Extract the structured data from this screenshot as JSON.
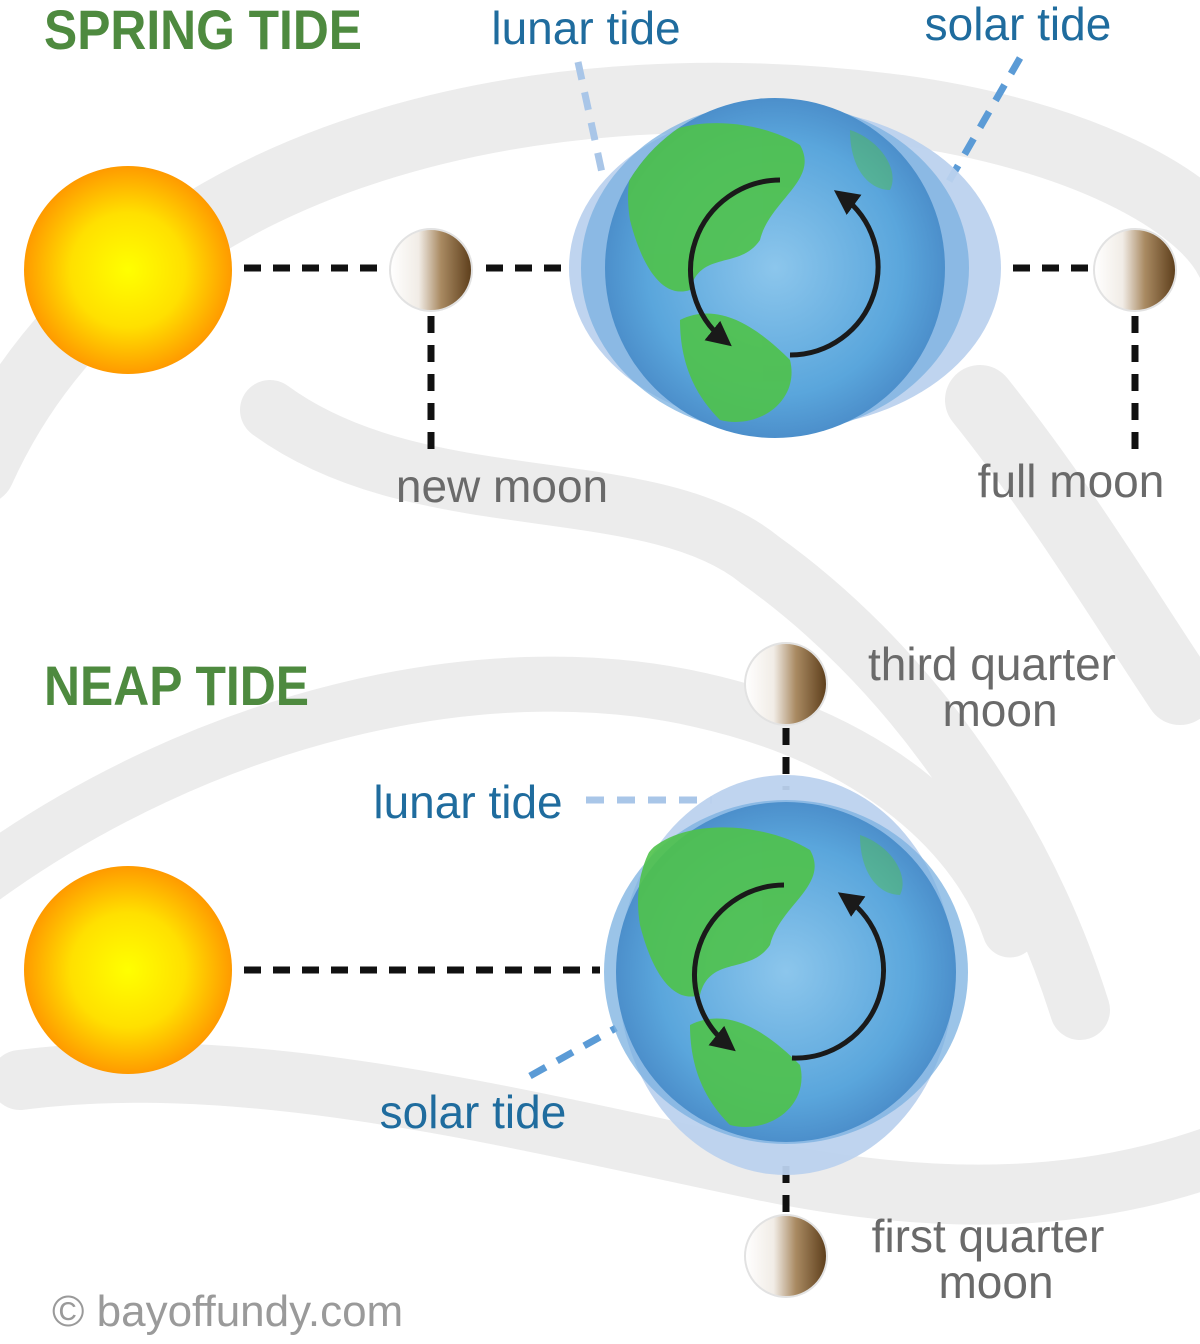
{
  "spring": {
    "title": "SPRING TIDE",
    "lunar_tide_label": "lunar tide",
    "solar_tide_label": "solar tide",
    "new_moon_label": "new moon",
    "full_moon_label": "full moon"
  },
  "neap": {
    "title": "NEAP TIDE",
    "lunar_tide_label": "lunar tide",
    "solar_tide_label": "solar tide",
    "third_quarter_line1": "third quarter",
    "third_quarter_line2": "moon",
    "first_quarter_line1": "first quarter",
    "first_quarter_line2": "moon"
  },
  "footer": {
    "copyright": "© bayoffundy.com"
  },
  "colors": {
    "title_green": "#4e8a3f",
    "tide_label_blue": "#1f6c9e",
    "moon_label_gray": "#6a6a6a",
    "tide_bulge": "#b8d0ec",
    "ocean": "#5da9dd",
    "land": "#4fc24a",
    "sun_center": "#ffff00",
    "sun_edge": "#ff9a00",
    "moon_dark": "#6b4a22",
    "watermark": "#ececec"
  }
}
